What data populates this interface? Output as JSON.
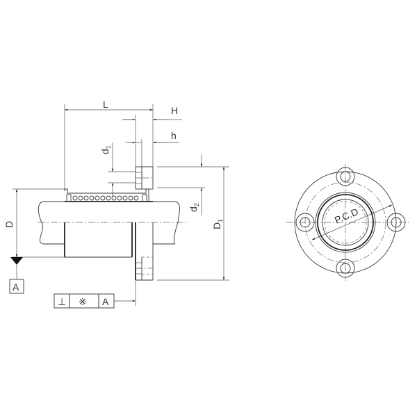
{
  "drawing": {
    "title": "Flanged linear bushing dimension drawing",
    "side_view": {
      "dimensions": {
        "L": "L",
        "H": "H",
        "h": "h",
        "d1": "d",
        "d1_sub": "1",
        "d2": "d",
        "d2_sub": "2",
        "D": "D",
        "D1": "D",
        "D1_sub": "1"
      },
      "datum": {
        "label": "A"
      },
      "feature_control_frame": {
        "symbol_perpendicularity": "⊥",
        "tolerance_symbol": "※",
        "datum_ref": "A"
      }
    },
    "front_view": {
      "pcd_label": "P.C.D",
      "bolt_holes": 4
    },
    "colors": {
      "line": "#333333",
      "background": "#ffffff"
    }
  }
}
